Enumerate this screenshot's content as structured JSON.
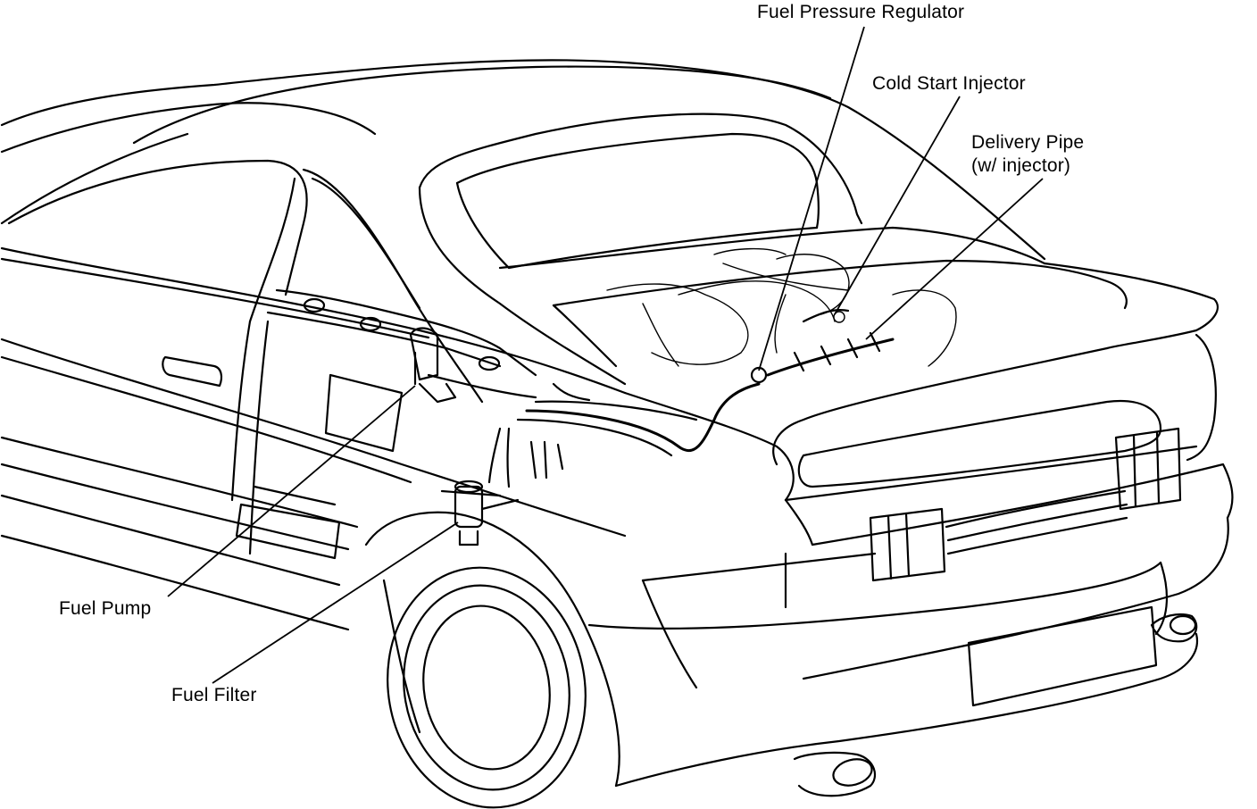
{
  "colors": {
    "line": "#000000",
    "background": "#ffffff"
  },
  "callouts": {
    "fuel_pressure_regulator": "Fuel Pressure Regulator",
    "cold_start_injector": "Cold Start Injector",
    "delivery_pipe_line1": "Delivery Pipe",
    "delivery_pipe_line2": "(w/ injector)",
    "fuel_pump": "Fuel Pump",
    "fuel_filter": "Fuel Filter"
  }
}
